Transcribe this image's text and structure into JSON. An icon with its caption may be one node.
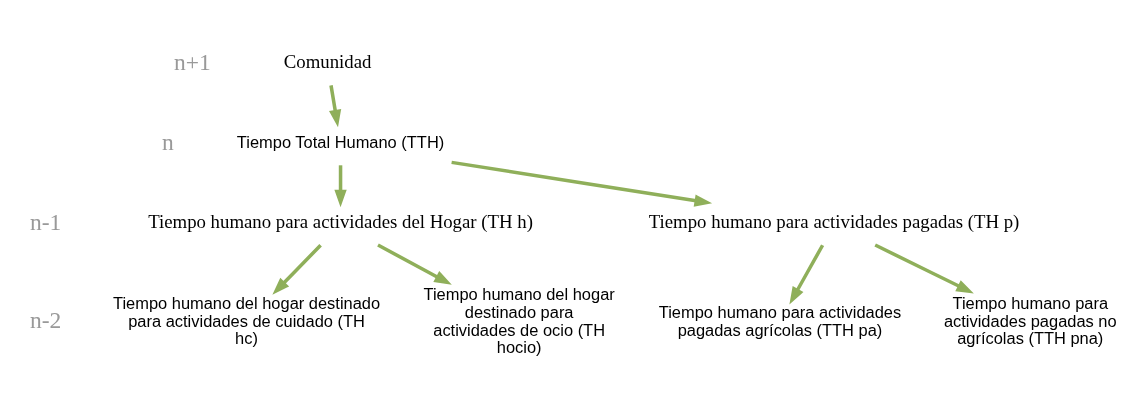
{
  "diagram": {
    "nodes": [
      {
        "text": [
          "Comunidad"
        ]
      },
      {
        "text": [
          "Tiempo Total Humano (TTH)"
        ]
      },
      {
        "text": [
          "Tiempo humano para actividades del Hogar (TH h)"
        ]
      },
      {
        "text": [
          "Tiempo humano para actividades pagadas (TH p)"
        ]
      },
      {
        "text": [
          "Tiempo humano del hogar destinado para actividades de cuidado (TH hc)"
        ]
      },
      {
        "text": [
          "Tiempo humano del hogar destinado para actividades de ocio (TH hocio)"
        ]
      },
      {
        "text": [
          "Tiempo humano para actividades pagadas agrícolas (TTH pa)"
        ]
      },
      {
        "text": [
          "Tiempo humano para actividades pagadas no agrícolas (TTH pna)"
        ]
      }
    ],
    "edges": [
      {
        "from": 0,
        "to": 1,
        "arrow": "to"
      },
      {
        "from": 1,
        "to": 2,
        "arrow": "to"
      },
      {
        "from": 1,
        "to": 3,
        "arrow": "to"
      },
      {
        "from": 2,
        "to": 4,
        "arrow": "to"
      },
      {
        "from": 2,
        "to": 5,
        "arrow": "to"
      },
      {
        "from": 3,
        "to": 6,
        "arrow": "to"
      },
      {
        "from": 3,
        "to": 7,
        "arrow": "to"
      }
    ],
    "labels": [
      "n+1",
      "n",
      "n-1",
      "n-2"
    ]
  }
}
